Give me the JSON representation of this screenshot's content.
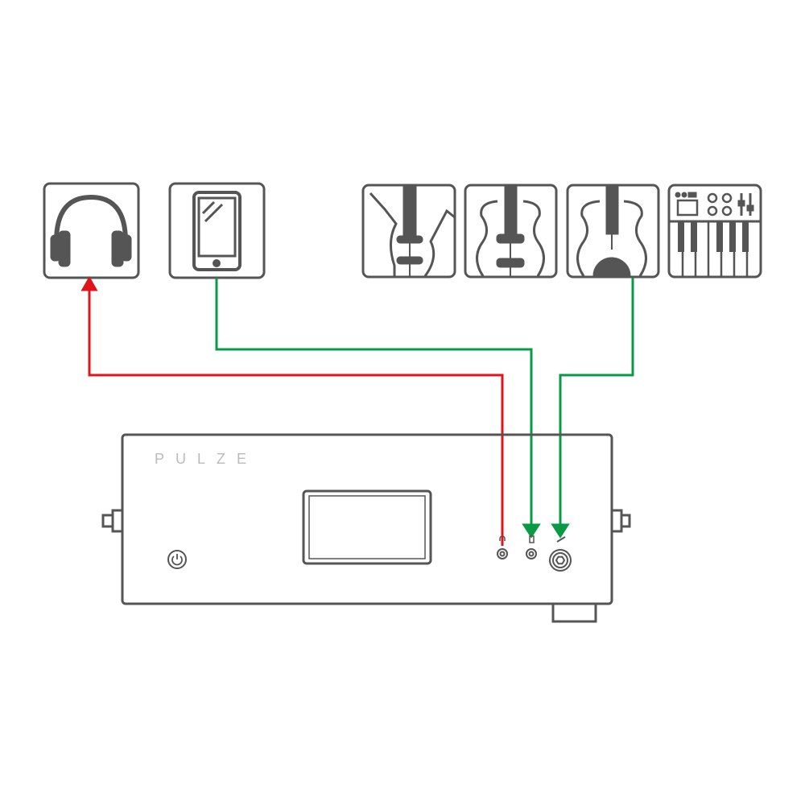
{
  "device": {
    "logo": "PULZE"
  },
  "sources": [
    "headphones",
    "smartphone",
    "electric-guitar",
    "acoustic-guitar",
    "acoustic-guitar-soundhole",
    "keyboard-synth"
  ],
  "colors": {
    "output": "#e0141b",
    "input": "#0a9a45",
    "outline": "#555555"
  }
}
